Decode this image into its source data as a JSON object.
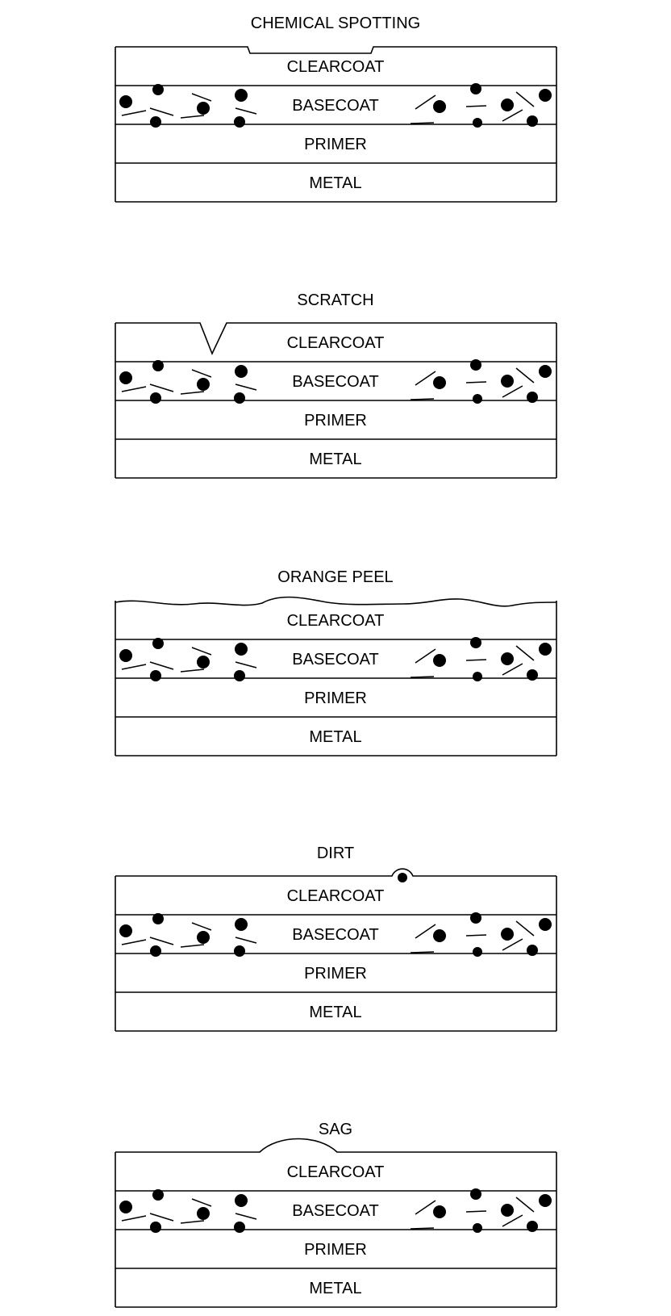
{
  "diagrams": [
    {
      "title": "CHEMICAL SPOTTING",
      "defect": "chemical-spotting",
      "layers": [
        "CLEARCOAT",
        "BASECOAT",
        "PRIMER",
        "METAL"
      ]
    },
    {
      "title": "SCRATCH",
      "defect": "scratch",
      "layers": [
        "CLEARCOAT",
        "BASECOAT",
        "PRIMER",
        "METAL"
      ]
    },
    {
      "title": "ORANGE PEEL",
      "defect": "orange-peel",
      "layers": [
        "CLEARCOAT",
        "BASECOAT",
        "PRIMER",
        "METAL"
      ]
    },
    {
      "title": "DIRT",
      "defect": "dirt",
      "layers": [
        "CLEARCOAT",
        "BASECOAT",
        "PRIMER",
        "METAL"
      ]
    },
    {
      "title": "SAG",
      "defect": "sag",
      "layers": [
        "CLEARCOAT",
        "BASECOAT",
        "PRIMER",
        "METAL"
      ]
    }
  ]
}
